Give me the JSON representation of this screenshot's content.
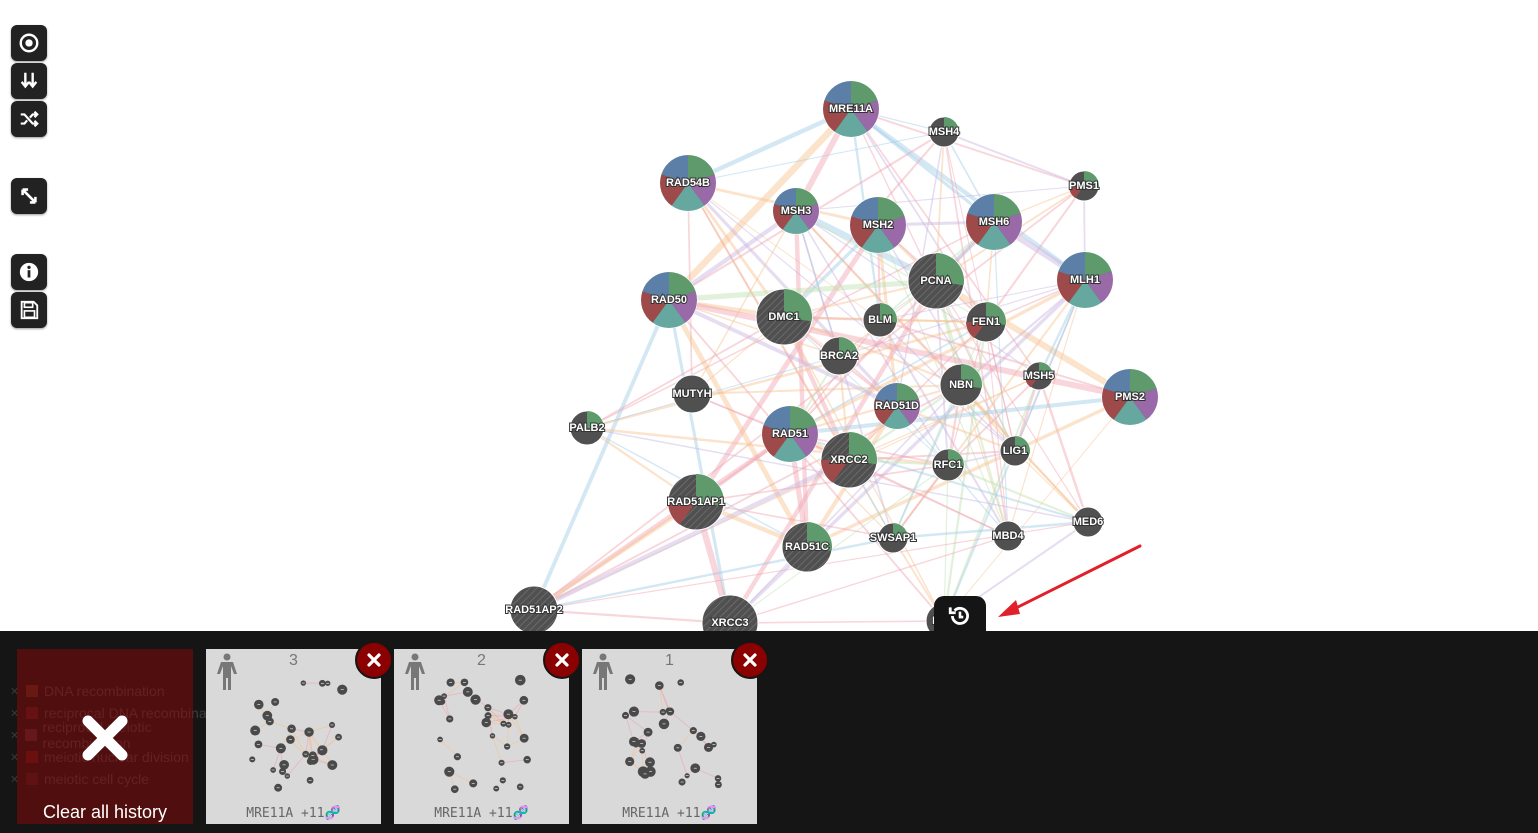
{
  "toolbar": {
    "buttons": [
      {
        "name": "recenter-button",
        "icon": "target-icon"
      },
      {
        "name": "layout-button",
        "icon": "arrows-down-icon"
      },
      {
        "name": "shuffle-button",
        "icon": "shuffle-icon"
      },
      {
        "name": "fullscreen-button",
        "icon": "expand-icon"
      },
      {
        "name": "info-button",
        "icon": "info-icon"
      },
      {
        "name": "save-button",
        "icon": "save-icon"
      }
    ]
  },
  "network": {
    "colors": {
      "node_dark": "#505050",
      "slice_blue": "#5b7fa6",
      "slice_green": "#5e9a6b",
      "slice_purple": "#9a6aa8",
      "slice_red": "#9e4a4a",
      "slice_teal": "#66a8a0",
      "edge_orange": "#f6c28f",
      "edge_pink": "#f0a4b0",
      "edge_purple": "#c7b3e0",
      "edge_blue": "#9fcbe6",
      "edge_green": "#bfe0b0"
    },
    "nodes": [
      {
        "label": "MRE11A",
        "pie": "full"
      },
      {
        "label": "MSH4",
        "pie": "partial"
      },
      {
        "label": "RAD54B",
        "pie": "full"
      },
      {
        "label": "PMS1",
        "pie": "partial"
      },
      {
        "label": "MSH3",
        "pie": "full"
      },
      {
        "label": "MSH2",
        "pie": "full"
      },
      {
        "label": "MSH6",
        "pie": "full"
      },
      {
        "label": "PCNA",
        "pie": "partial"
      },
      {
        "label": "MLH1",
        "pie": "full"
      },
      {
        "label": "RAD50",
        "pie": "full"
      },
      {
        "label": "DMC1",
        "pie": "partial"
      },
      {
        "label": "BLM",
        "pie": "partial"
      },
      {
        "label": "FEN1",
        "pie": "partial"
      },
      {
        "label": "BRCA2",
        "pie": "partial"
      },
      {
        "label": "NBN",
        "pie": "partial"
      },
      {
        "label": "MSH5",
        "pie": "partial"
      },
      {
        "label": "PMS2",
        "pie": "full"
      },
      {
        "label": "MUTYH",
        "pie": "none"
      },
      {
        "label": "RAD51D",
        "pie": "full"
      },
      {
        "label": "PALB2",
        "pie": "partial"
      },
      {
        "label": "RAD51",
        "pie": "full"
      },
      {
        "label": "XRCC2",
        "pie": "partial"
      },
      {
        "label": "RFC1",
        "pie": "partial"
      },
      {
        "label": "LIG1",
        "pie": "partial"
      },
      {
        "label": "RAD51AP1",
        "pie": "partial"
      },
      {
        "label": "RAD51C",
        "pie": "partial"
      },
      {
        "label": "SWSAP1",
        "pie": "partial"
      },
      {
        "label": "MBD4",
        "pie": "none"
      },
      {
        "label": "MED6",
        "pie": "none"
      },
      {
        "label": "RAD51AP2",
        "pie": "none"
      },
      {
        "label": "XRCC3",
        "pie": "none"
      },
      {
        "label": "RAD",
        "pie": "partial"
      }
    ]
  },
  "history": {
    "clear_label": "Clear all history",
    "legend_ghost": [
      {
        "text": "DNA recombination",
        "color": "#b05a2a"
      },
      {
        "text": "reciprocal DNA recombination",
        "color": "#a03030"
      },
      {
        "text": "reciprocal meiotic recombination",
        "color": "#a05060"
      },
      {
        "text": "meiotic nuclear division",
        "color": "#c02020"
      },
      {
        "text": "meiotic cell cycle",
        "color": "#703030"
      }
    ],
    "cards": [
      {
        "number": "3",
        "caption": "MRE11A +11🧬"
      },
      {
        "number": "2",
        "caption": "MRE11A +11🧬"
      },
      {
        "number": "1",
        "caption": "MRE11A +11🧬"
      }
    ]
  },
  "annotation": {
    "arrow_color": "#e0202a"
  }
}
